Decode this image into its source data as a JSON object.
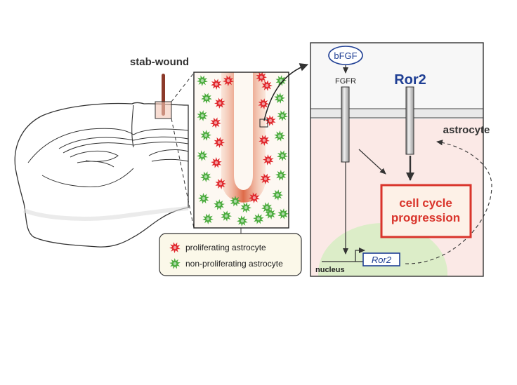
{
  "figure": {
    "stab_label": "stab-wound",
    "legend": {
      "proliferating": "proliferating astrocyte",
      "non_proliferating": "non-proliferating astrocyte"
    },
    "cell": {
      "ligand": "bFGF",
      "receptor": "FGFR",
      "ror2_protein": "Ror2",
      "cell_label": "astrocyte",
      "outcome_line1": "cell cycle",
      "outcome_line2": "progression",
      "nucleus_label": "nucleus",
      "gene_label": "Ror2"
    },
    "colors": {
      "proliferating": "#e0262b",
      "non_proliferating": "#4aab3c",
      "wound": "#e07050",
      "ror2_text": "#1f3f94",
      "outcome_border": "#d9342b",
      "outcome_text": "#d9342b",
      "nucleus_fill": "#dcedc8",
      "cytoplasm_fill": "#fbe9e6"
    }
  }
}
